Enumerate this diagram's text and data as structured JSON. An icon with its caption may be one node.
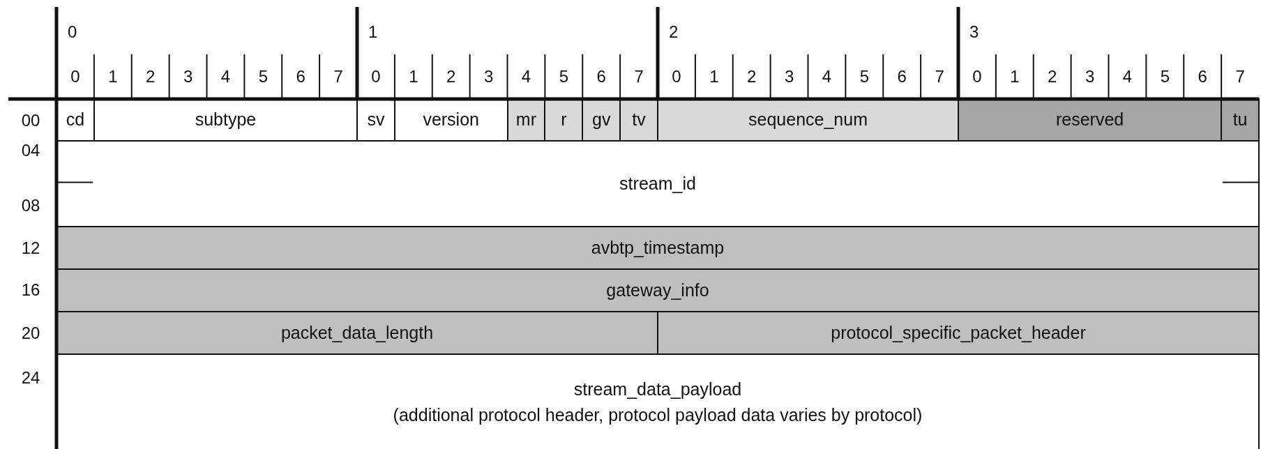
{
  "diagram": {
    "nodes": [
      {
        "text": [
          "cd"
        ]
      },
      {
        "text": [
          "subtype"
        ]
      },
      {
        "text": [
          "sv"
        ]
      },
      {
        "text": [
          "version"
        ]
      },
      {
        "text": [
          "mr"
        ]
      },
      {
        "text": [
          "r"
        ]
      },
      {
        "text": [
          "gv"
        ]
      },
      {
        "text": [
          "tv"
        ]
      },
      {
        "text": [
          "sequence_num"
        ]
      },
      {
        "text": [
          "reserved"
        ]
      },
      {
        "text": [
          "tu"
        ]
      },
      {
        "text": [
          "stream_id"
        ]
      },
      {
        "text": [
          "avbtp_timestamp"
        ]
      },
      {
        "text": [
          "gateway_info"
        ]
      },
      {
        "text": [
          "packet_data_length"
        ]
      },
      {
        "text": [
          "protocol_specific_packet_header"
        ]
      },
      {
        "text": [
          "stream_data_payload",
          "(additional protocol header, protocol payload data varies by protocol)"
        ]
      }
    ],
    "edges": [],
    "labels": [
      "0",
      "1",
      "2",
      "3",
      "0",
      "1",
      "2",
      "3",
      "4",
      "5",
      "6",
      "7",
      "0",
      "1",
      "2",
      "3",
      "4",
      "5",
      "6",
      "7",
      "0",
      "1",
      "2",
      "3",
      "4",
      "5",
      "6",
      "7",
      "0",
      "1",
      "2",
      "3",
      "4",
      "5",
      "6",
      "7",
      "00",
      "04",
      "08",
      "12",
      "16",
      "20",
      "24"
    ]
  }
}
